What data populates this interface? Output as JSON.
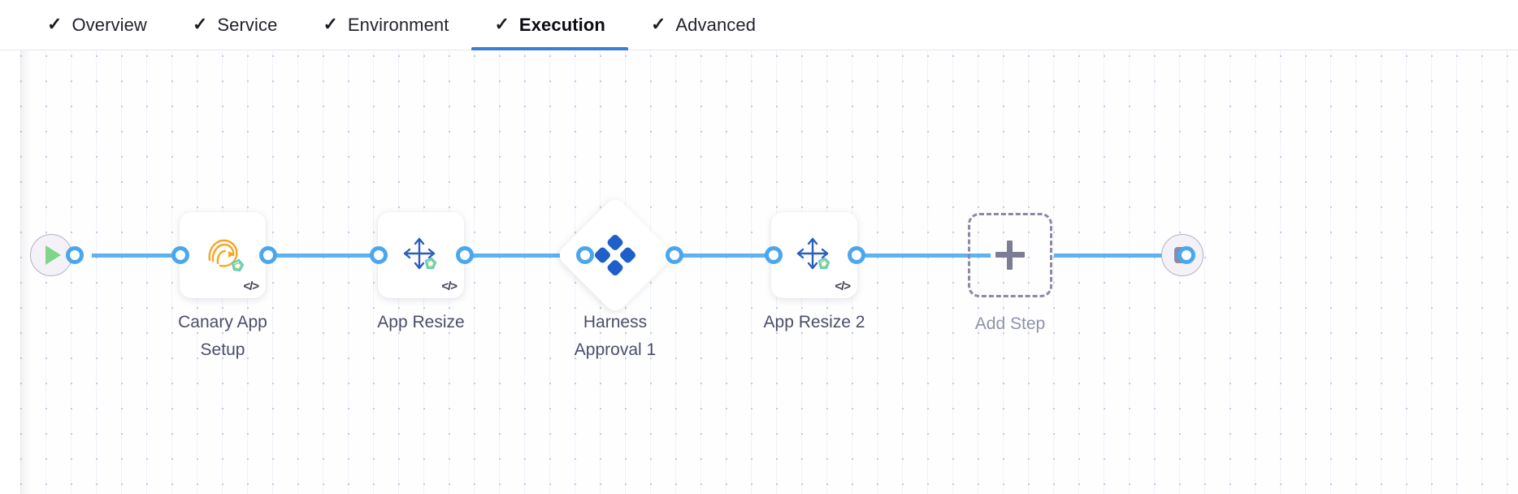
{
  "tabs": [
    {
      "label": "Overview",
      "icon": "check-icon",
      "checked": true,
      "active": false
    },
    {
      "label": "Service",
      "icon": "check-icon",
      "checked": true,
      "active": false
    },
    {
      "label": "Environment",
      "icon": "check-icon",
      "checked": true,
      "active": false
    },
    {
      "label": "Execution",
      "icon": "check-icon",
      "checked": true,
      "active": true
    },
    {
      "label": "Advanced",
      "icon": "check-icon",
      "checked": true,
      "active": false
    }
  ],
  "check_glyph": "✓",
  "pipeline": {
    "start_node": {
      "name": "start-node",
      "icon": "play-icon"
    },
    "end_node": {
      "name": "end-node",
      "icon": "stop-icon"
    },
    "steps": [
      {
        "label": "Canary App\nSetup",
        "icon": "tanzu-app-icon",
        "shape": "card",
        "badge": "</>"
      },
      {
        "label": "App Resize",
        "icon": "resize-arrows-icon",
        "shape": "card",
        "badge": "</>"
      },
      {
        "label": "Harness\nApproval 1",
        "icon": "harness-logo-icon",
        "shape": "diamond",
        "badge": ""
      },
      {
        "label": "App Resize 2",
        "icon": "resize-arrows-icon",
        "shape": "card",
        "badge": "</>"
      },
      {
        "label": "Add Step",
        "icon": "plus-icon",
        "shape": "dashed",
        "badge": ""
      }
    ]
  },
  "colors": {
    "connector": "#5cb3f0",
    "port_ring": "#4aa7ef",
    "active_tab_underline": "#3b7ddd",
    "harness_blue": "#1f5fc9",
    "tanzu_orange": "#f5a623",
    "resize_arrow": "#2a5fc0",
    "dashed_border": "#8a89a6",
    "label_text": "#4a4e68",
    "add_step_text": "#8e92ab",
    "start_play": "#7fd68a",
    "end_stop": "#8b8ba3"
  }
}
